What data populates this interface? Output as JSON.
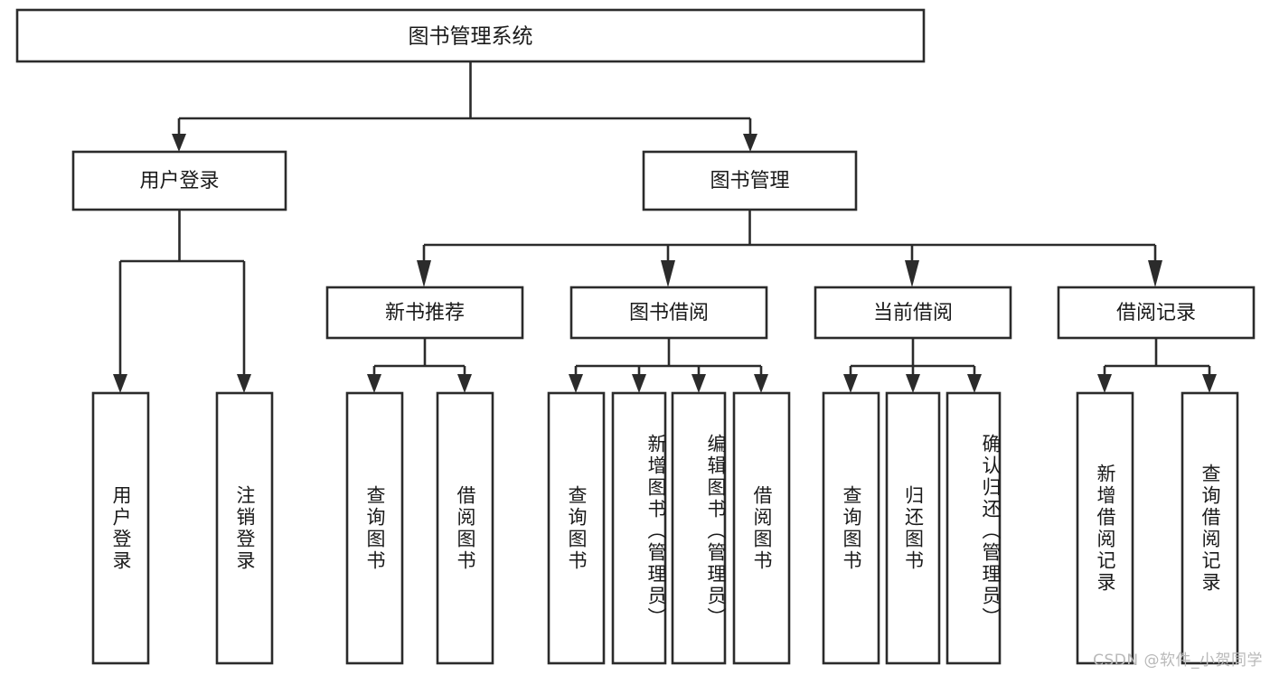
{
  "diagram": {
    "type": "hierarchy-tree",
    "title": "图书管理系统",
    "watermark": "CSDN @软件_小贺同学",
    "colors": {
      "box_stroke": "#2b2b2b",
      "box_fill": "#ffffff",
      "connector": "#2b2b2b",
      "text": "#1a1a1a",
      "background": "#ffffff",
      "watermark": "#b9b9b9"
    },
    "root": {
      "label": "图书管理系统"
    },
    "level2": [
      {
        "label": "用户登录"
      },
      {
        "label": "图书管理"
      }
    ],
    "level3": [
      {
        "label": "新书推荐"
      },
      {
        "label": "图书借阅"
      },
      {
        "label": "当前借阅"
      },
      {
        "label": "借阅记录"
      }
    ],
    "leaves": {
      "user_login": [
        "用户登录",
        "注销登录"
      ],
      "new_book_recommend": [
        "查询图书",
        "借阅图书"
      ],
      "book_borrow": [
        "查询图书",
        "新增图书（管理员）",
        "编辑图书（管理员）",
        "借阅图书"
      ],
      "current_borrow": [
        "查询图书",
        "归还图书",
        "确认归还（管理员）"
      ],
      "borrow_record": [
        "新增借阅记录",
        "查询借阅记录"
      ]
    }
  }
}
